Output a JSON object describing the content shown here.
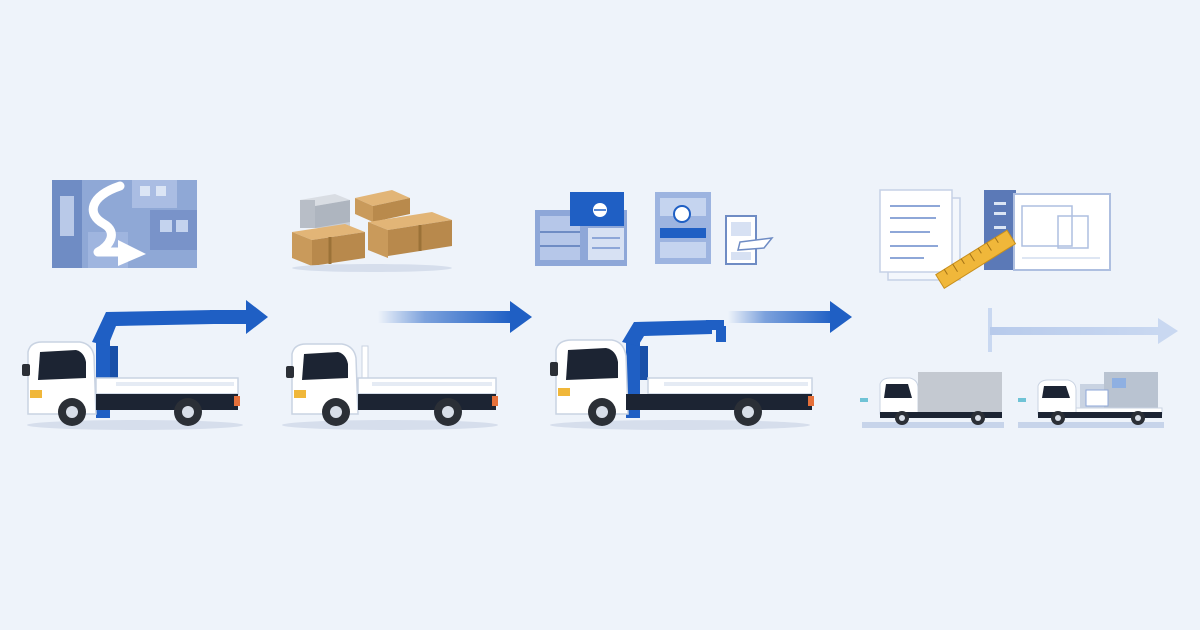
{
  "diagram": {
    "kind": "logistics-process-flow",
    "steps": [
      {
        "id": "step-1",
        "illustration": "route-map-icon",
        "vehicle": "crane-flatbed-truck-icon",
        "connector": "solid-arrow"
      },
      {
        "id": "step-2",
        "illustration": "cargo-boxes-icon",
        "vehicle": "flatbed-truck-icon",
        "connector": "gradient-arrow"
      },
      {
        "id": "step-3",
        "illustration": "permit-documents-icon",
        "vehicle": "crane-flatbed-truck-icon",
        "connector": "gradient-arrow"
      },
      {
        "id": "step-4",
        "illustration": "planning-blueprint-icon",
        "vehicle": "box-truck-and-flatbed-icon",
        "connector": "faded-arrow"
      }
    ]
  },
  "colors": {
    "background": "#eef3fa",
    "accent_blue": "#1f5fc4",
    "light_blue": "#8fb0e2",
    "faded_blue": "#c9d8f1",
    "truck_white": "#ffffff",
    "tire_dark": "#2b2f36",
    "cargo_tan": "#c99a5b",
    "ruler_yellow": "#f0b73a"
  }
}
